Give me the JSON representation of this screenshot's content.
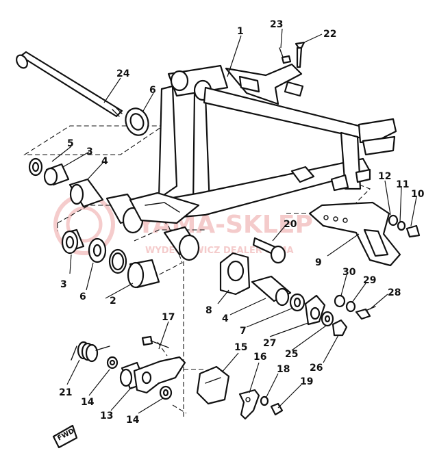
{
  "watermark": {
    "line1": "YAMA-SKLEP",
    "line2": "WYDECZEWICZ DEALER YAMA",
    "color": "#e88d8d"
  },
  "fwd_label": "FWD",
  "callouts": [
    {
      "id": "1",
      "text": "1"
    },
    {
      "id": "2a",
      "text": "2"
    },
    {
      "id": "3a",
      "text": "3"
    },
    {
      "id": "3b",
      "text": "3"
    },
    {
      "id": "4a",
      "text": "4"
    },
    {
      "id": "4b",
      "text": "4"
    },
    {
      "id": "5",
      "text": "5"
    },
    {
      "id": "6a",
      "text": "6"
    },
    {
      "id": "6b",
      "text": "6"
    },
    {
      "id": "7",
      "text": "7"
    },
    {
      "id": "8",
      "text": "8"
    },
    {
      "id": "9",
      "text": "9"
    },
    {
      "id": "10",
      "text": "10"
    },
    {
      "id": "11",
      "text": "11"
    },
    {
      "id": "12",
      "text": "12"
    },
    {
      "id": "13",
      "text": "13"
    },
    {
      "id": "14a",
      "text": "14"
    },
    {
      "id": "14b",
      "text": "14"
    },
    {
      "id": "15",
      "text": "15"
    },
    {
      "id": "16",
      "text": "16"
    },
    {
      "id": "17",
      "text": "17"
    },
    {
      "id": "18",
      "text": "18"
    },
    {
      "id": "19",
      "text": "19"
    },
    {
      "id": "20",
      "text": "20"
    },
    {
      "id": "21",
      "text": "21"
    },
    {
      "id": "22",
      "text": "22"
    },
    {
      "id": "23",
      "text": "23"
    },
    {
      "id": "24",
      "text": "24"
    },
    {
      "id": "25",
      "text": "25"
    },
    {
      "id": "26",
      "text": "26"
    },
    {
      "id": "27",
      "text": "27"
    },
    {
      "id": "28",
      "text": "28"
    },
    {
      "id": "29",
      "text": "29"
    },
    {
      "id": "30",
      "text": "30"
    }
  ]
}
